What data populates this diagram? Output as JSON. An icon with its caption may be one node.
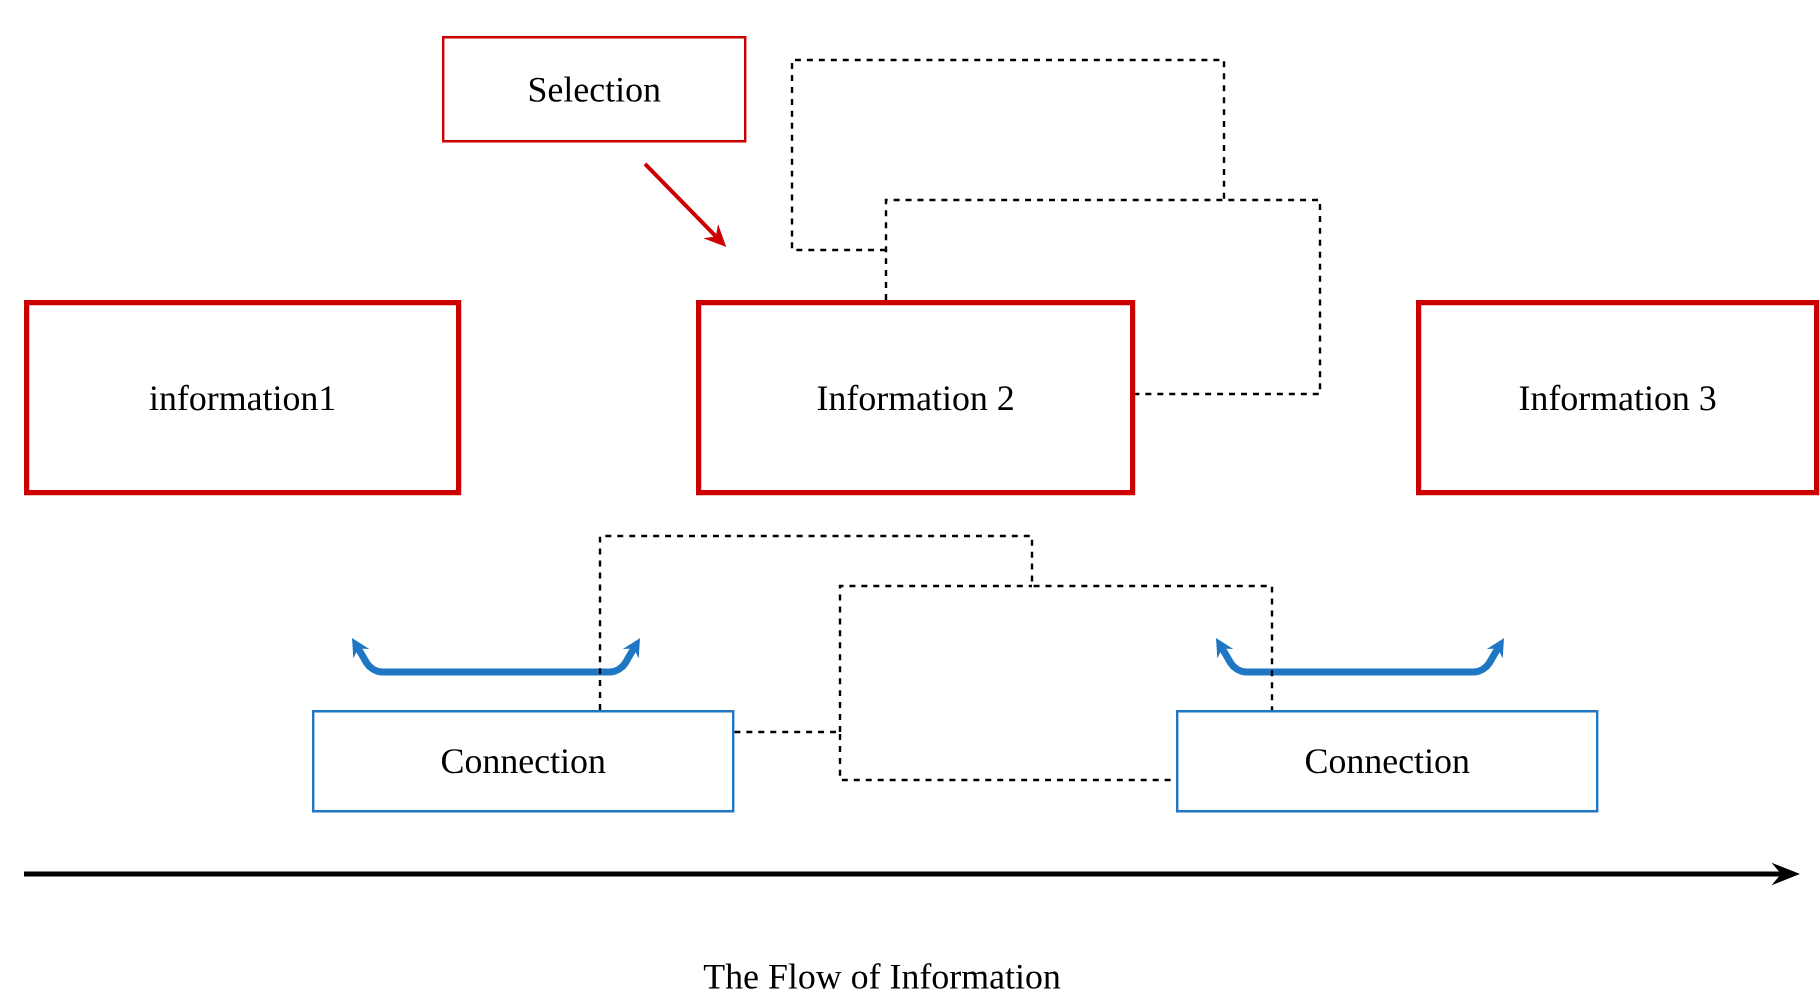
{
  "diagram": {
    "nodes": [
      {
        "text": [
          "information1"
        ]
      },
      {
        "text": [
          "Selection"
        ]
      },
      {
        "text": [
          "Information 2"
        ]
      },
      {
        "text": [
          "Information 3"
        ]
      },
      {
        "text": [
          "Connection"
        ]
      },
      {
        "text": [
          "Connection"
        ]
      }
    ],
    "edges": [
      {
        "from": 1,
        "to": 2,
        "arrow": "to",
        "color": "#cc0000"
      },
      {
        "from": 2,
        "to": 2,
        "arrow": "none",
        "style": "dashed"
      },
      {
        "from": 4,
        "to": 5,
        "arrow": "none",
        "style": "dashed"
      },
      {
        "from": 4,
        "to": 5,
        "arrow": "none",
        "style": "dashed"
      }
    ],
    "labels": [
      "The Flow of Information"
    ]
  }
}
